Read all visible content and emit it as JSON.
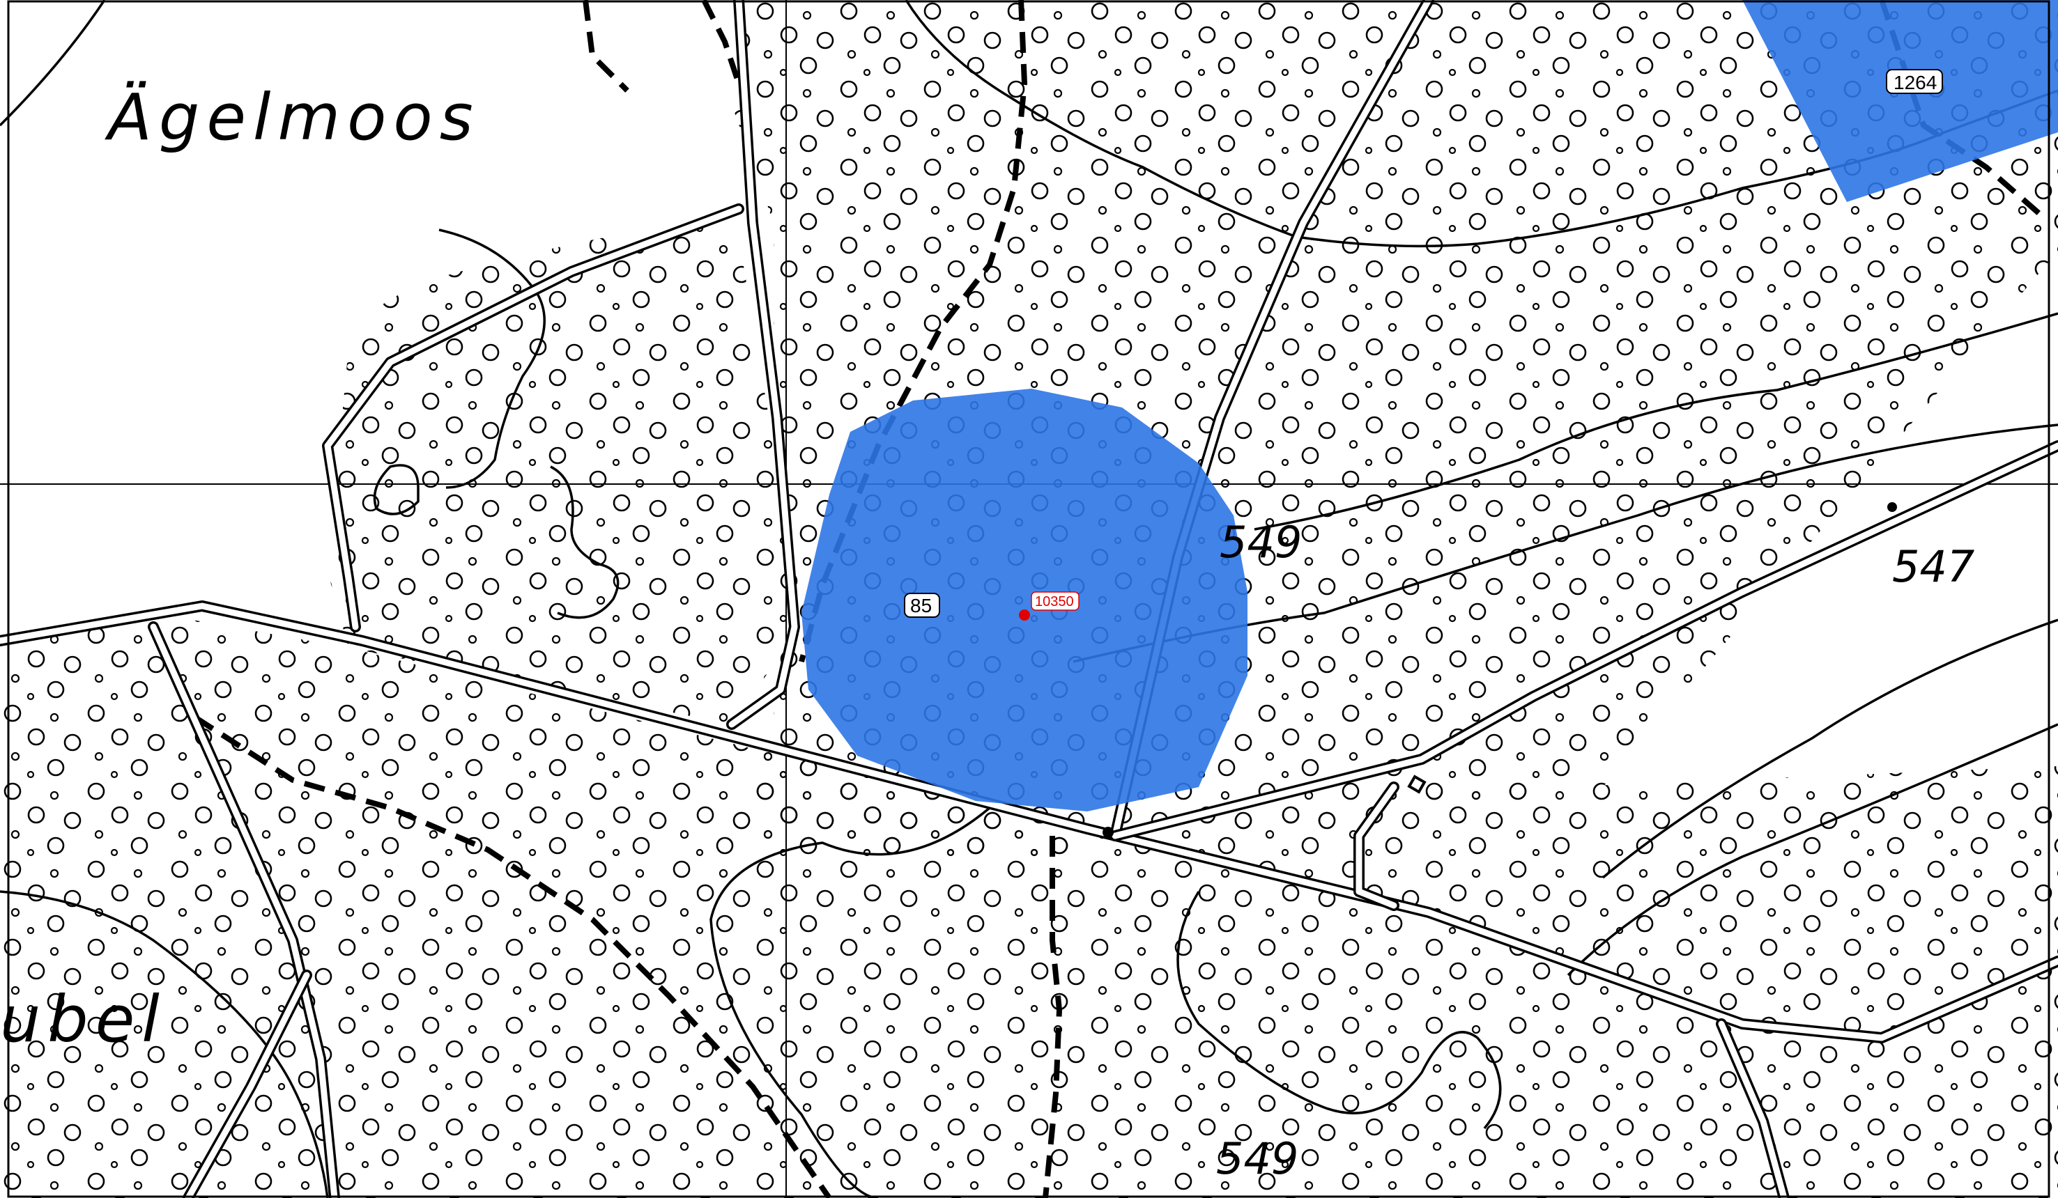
{
  "map": {
    "labels": {
      "place_top": "Ägelmoos",
      "place_left": "ubel",
      "elev_center": "549",
      "elev_right": "547",
      "elev_bottom": "549",
      "feature_number": "85",
      "point_id": "10350",
      "road_number": "1264"
    },
    "colors": {
      "highlight": "#2e75e6",
      "point": "#e00000",
      "ink": "#000000",
      "paper": "#ffffff"
    },
    "symbols": {
      "forest": "circle-pattern",
      "road": "double-line",
      "footpath": "dashed-line"
    }
  }
}
